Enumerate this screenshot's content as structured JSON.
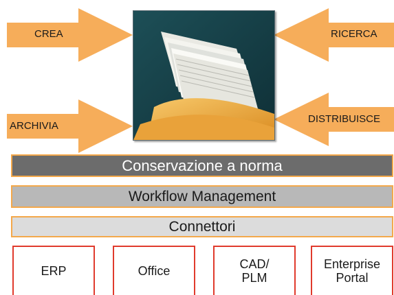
{
  "arrows": {
    "crea": "CREA",
    "ricerca": "RICERCA",
    "archivia": "ARCHIVIA",
    "distribuisce": "DISTRIBUISCE"
  },
  "colors": {
    "arrow": "#f6ad5a",
    "band_border": "#f4a84a",
    "system_border": "#e03a2c"
  },
  "layers": {
    "conservazione": "Conservazione a norma",
    "workflow": "Workflow Management",
    "connettori": "Connettori"
  },
  "systems": [
    {
      "label": "ERP"
    },
    {
      "label": "Office"
    },
    {
      "label": "CAD/\nPLM"
    },
    {
      "label": "Enterprise\nPortal"
    }
  ]
}
